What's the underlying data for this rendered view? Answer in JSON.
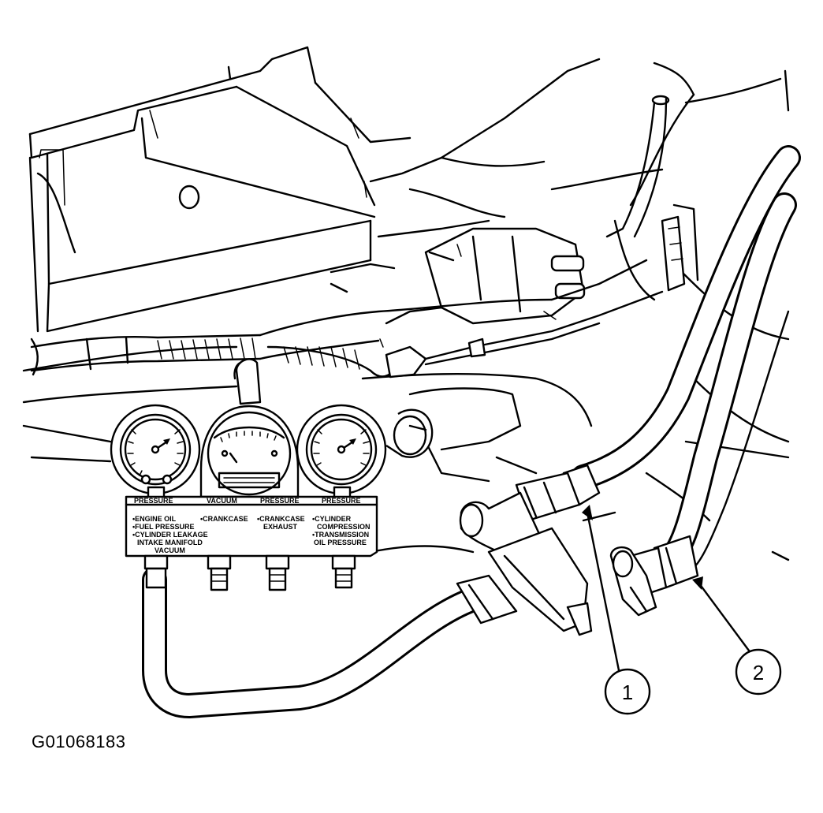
{
  "figure_id": "G01068183",
  "callouts": [
    {
      "number": "1"
    },
    {
      "number": "2"
    }
  ],
  "manifold": {
    "header_labels": [
      "PRESSURE",
      "VACUUM",
      "PRESSURE",
      "PRESSURE"
    ],
    "col1_lines": [
      "•ENGINE OIL",
      "•FUEL PRESSURE",
      "•CYLINDER LEAKAGE",
      "INTAKE MANIFOLD",
      "VACUUM"
    ],
    "col2_lines": [
      "•CRANKCASE"
    ],
    "col3_lines": [
      "•CRANKCASE",
      "EXHAUST"
    ],
    "col4_lines": [
      "•CYLINDER",
      "COMPRESSION",
      "•TRANSMISSION",
      "OIL PRESSURE"
    ]
  }
}
